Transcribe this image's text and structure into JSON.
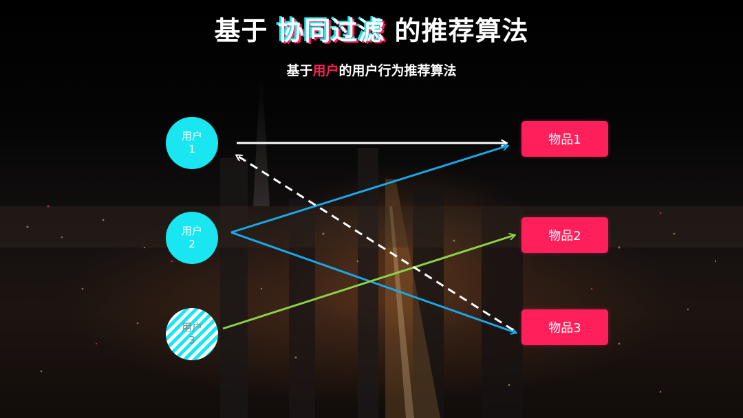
{
  "title": {
    "prefix": "基于",
    "highlight": "协同过滤",
    "suffix": "的推荐算法"
  },
  "subtitle": {
    "prefix": "基于",
    "highlight": "用户",
    "suffix": "的用户行为推荐算法"
  },
  "users": [
    {
      "line1": "用户",
      "line2": "1"
    },
    {
      "line1": "用户",
      "line2": "2"
    },
    {
      "line1": "用户",
      "line2": "3"
    }
  ],
  "items": [
    {
      "label": "物品1"
    },
    {
      "label": "物品2"
    },
    {
      "label": "物品3"
    }
  ],
  "colors": {
    "user_fill": "#19e6f0",
    "item_fill": "#ff1f5a",
    "arrow_user1": "#ffffff",
    "arrow_user2": "#1aa7e8",
    "arrow_user3": "#8ad24a",
    "arrow_recommend": "#ffffff"
  },
  "edges": [
    {
      "from": "用户1",
      "to": "物品1",
      "style": "solid"
    },
    {
      "from": "用户2",
      "to": "物品1",
      "style": "solid"
    },
    {
      "from": "用户2",
      "to": "物品3",
      "style": "solid"
    },
    {
      "from": "用户3",
      "to": "物品2",
      "style": "solid"
    },
    {
      "from": "物品3",
      "to": "用户1",
      "style": "dashed"
    }
  ]
}
